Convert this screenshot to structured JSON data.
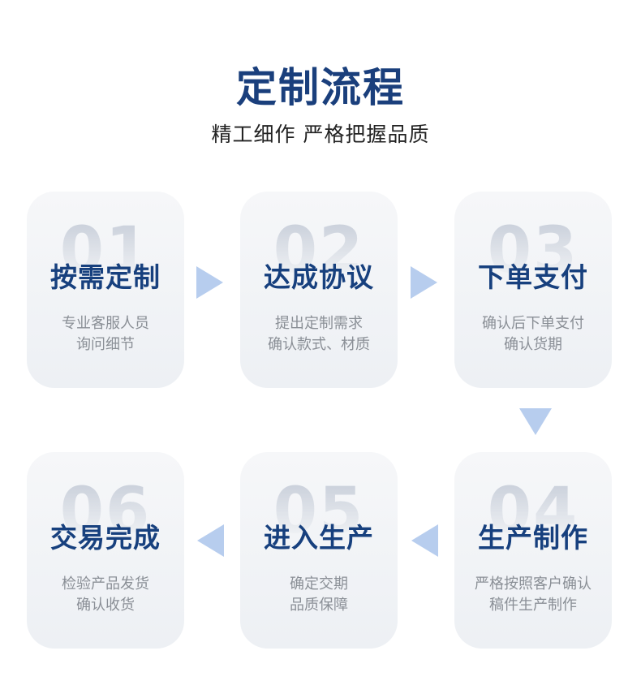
{
  "header": {
    "title": "定制流程",
    "subtitle": "精工细作 严格把握品质"
  },
  "steps": [
    {
      "num": "01",
      "title": "按需定制",
      "desc1": "专业客服人员",
      "desc2": "询问细节"
    },
    {
      "num": "02",
      "title": "达成协议",
      "desc1": "提出定制需求",
      "desc2": "确认款式、材质"
    },
    {
      "num": "03",
      "title": "下单支付",
      "desc1": "确认后下单支付",
      "desc2": "确认货期"
    },
    {
      "num": "04",
      "title": "生产制作",
      "desc1": "严格按照客户确认",
      "desc2": "稿件生产制作"
    },
    {
      "num": "05",
      "title": "进入生产",
      "desc1": "确定交期",
      "desc2": "品质保障"
    },
    {
      "num": "06",
      "title": "交易完成",
      "desc1": "检验产品发货",
      "desc2": "确认收货"
    }
  ],
  "colors": {
    "title": "#1a3f7c",
    "subtitle": "#222222",
    "card_title": "#17407e",
    "card_desc": "#8a8f96",
    "arrow": "#b7cdee"
  }
}
